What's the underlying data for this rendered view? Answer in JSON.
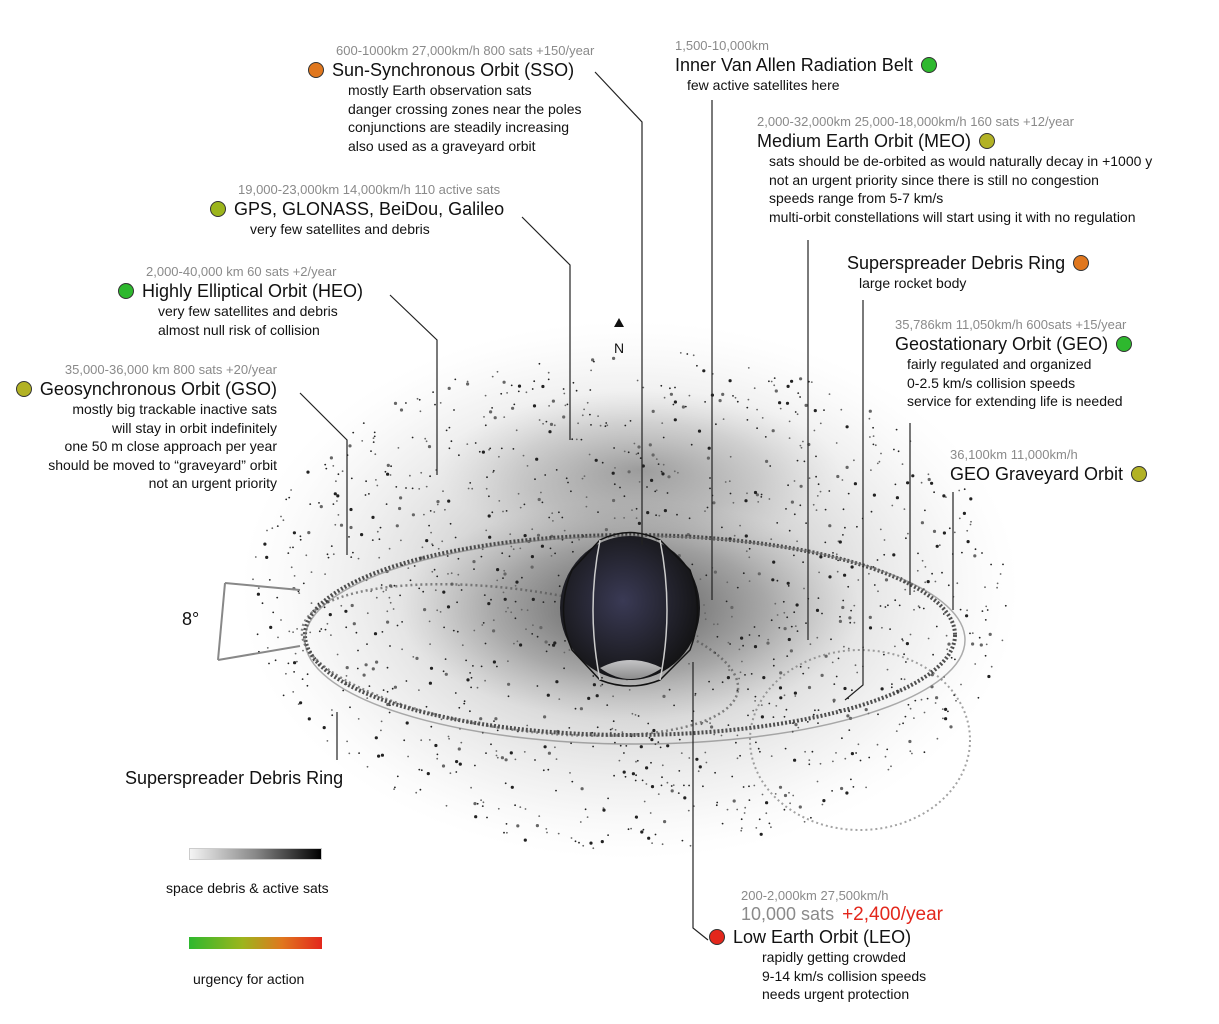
{
  "colors": {
    "green": "#2eb82e",
    "yellow_green": "#9cb51c",
    "olive": "#b2b225",
    "orange": "#e0771e",
    "red": "#e3271c",
    "stats_gray": "#8a8a8a"
  },
  "orbits": {
    "sso": {
      "stats": "600-1000km 27,000km/h  800 sats +150/year",
      "title": "Sun-Synchronous Orbit (SSO)",
      "urgency": "orange",
      "lines": [
        "mostly Earth observation sats",
        "danger crossing zones near the poles",
        "conjunctions are steadily increasing",
        "also used as a graveyard orbit"
      ]
    },
    "gnss": {
      "stats": "19,000-23,000km  14,000km/h 110 active sats",
      "title": "GPS, GLONASS, BeiDou, Galileo",
      "urgency": "yellow_green",
      "lines": [
        "very few satellites and debris"
      ]
    },
    "heo": {
      "stats": "2,000-40,000 km   60 sats  +2/year",
      "title": "Highly Elliptical Orbit (HEO)",
      "urgency": "green",
      "lines": [
        "very few satellites and debris",
        "almost null risk of collision"
      ]
    },
    "gso": {
      "stats": "35,000-36,000 km   800 sats  +20/year",
      "title": "Geosynchronous Orbit (GSO)",
      "urgency": "olive",
      "lines": [
        "mostly big trackable inactive sats",
        "will stay in orbit indefinitely",
        "one 50 m close approach per year",
        "should be moved to “graveyard” orbit",
        "not an urgent priority"
      ]
    },
    "van_allen": {
      "stats": "1,500-10,000km",
      "title": "Inner Van Allen Radiation Belt",
      "urgency": "green",
      "lines": [
        "few active satellites here"
      ]
    },
    "meo": {
      "stats": "2,000-32,000km  25,000-18,000km/h 160 sats +12/year",
      "title": "Medium Earth Orbit (MEO)",
      "urgency": "olive",
      "lines": [
        "sats should be de-orbited as would naturally decay in +1000 y",
        "not an urgent priority since there is still no congestion",
        "speeds range from 5-7 km/s",
        "multi-orbit constellations will start using it with no regulation"
      ]
    },
    "superspreader_right": {
      "title": "Superspreader Debris Ring",
      "urgency": "orange",
      "lines": [
        "large rocket body"
      ]
    },
    "geo": {
      "stats": "35,786km 11,050km/h 600sats +15/year",
      "title": "Geostationary Orbit (GEO)",
      "urgency": "green",
      "lines": [
        "fairly regulated and organized",
        "0-2.5 km/s collision speeds",
        "service for extending life is needed"
      ]
    },
    "geo_graveyard": {
      "stats": "36,100km 11,000km/h",
      "title": "GEO Graveyard Orbit",
      "urgency": "olive"
    },
    "leo": {
      "stats": "200-2,000km 27,500km/h",
      "sats": "10,000 sats",
      "growth": "+2,400/year",
      "title": "Low Earth Orbit (LEO)",
      "urgency": "red",
      "lines": [
        "rapidly getting crowded",
        "9-14 km/s collision speeds",
        "needs urgent protection"
      ]
    }
  },
  "superspreader_left": "Superspreader Debris Ring",
  "inclination_label": "8°",
  "north_label": "N",
  "legend": {
    "density_label": "space debris & active sats",
    "urgency_label": "urgency for action"
  }
}
